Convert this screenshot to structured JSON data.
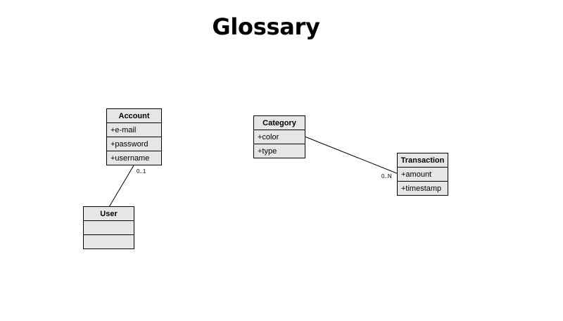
{
  "title": "Glossary",
  "classes": {
    "account": {
      "name": "Account",
      "attributes": [
        "+e-mail",
        "+password",
        "+username"
      ]
    },
    "user": {
      "name": "User",
      "attributes": [
        "",
        ""
      ]
    },
    "category": {
      "name": "Category",
      "attributes": [
        "+color",
        "+type"
      ]
    },
    "transaction": {
      "name": "Transaction",
      "attributes": [
        "+amount",
        "+timestamp"
      ]
    }
  },
  "associations": {
    "account_user": {
      "multiplicity": "0..1"
    },
    "category_transaction": {
      "multiplicity": "0..N"
    }
  },
  "colors": {
    "box_fill": "#e6e6e6",
    "stroke": "#000000",
    "background": "#ffffff"
  }
}
